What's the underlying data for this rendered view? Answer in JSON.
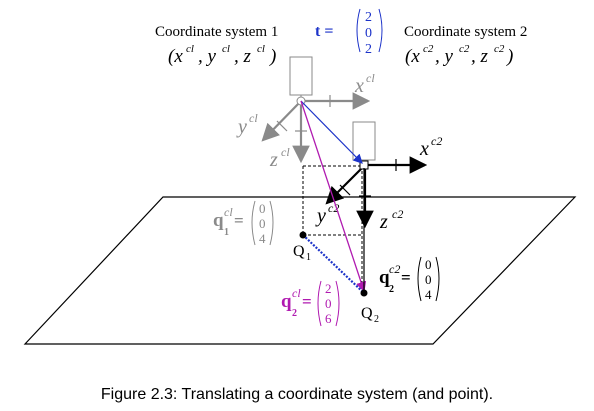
{
  "cs1": {
    "title": "Coordinate system 1",
    "tuple": "(x^cl, y^cl, z^cl)"
  },
  "cs2": {
    "title": "Coordinate system 2",
    "tuple": "(x^c2, y^c2, z^c2)"
  },
  "translation": {
    "label": "t =",
    "vector": [
      "2",
      "0",
      "2"
    ]
  },
  "axes1": {
    "x": "x",
    "y": "y",
    "z": "z",
    "sup": "cl"
  },
  "axes2": {
    "x": "x",
    "y": "y",
    "z": "z",
    "sup": "c2"
  },
  "q1": {
    "label": "q",
    "sub": "1",
    "sup": "cl",
    "vector": [
      "0",
      "0",
      "4"
    ],
    "point": "Q",
    "point_sub": "1"
  },
  "q2_c2": {
    "label": "q",
    "sub": "2",
    "sup": "c2",
    "vector": [
      "0",
      "0",
      "4"
    ]
  },
  "q2_c1": {
    "label": "q",
    "sub": "2",
    "sup": "cl",
    "vector": [
      "2",
      "0",
      "6"
    ]
  },
  "q2_point": {
    "point": "Q",
    "point_sub": "2"
  },
  "caption": "Figure 2.3: Translating a coordinate system (and point).",
  "colors": {
    "gray": "#8a8a8a",
    "black": "#000000",
    "blue": "#1c33c9",
    "magenta": "#b01ab0"
  }
}
